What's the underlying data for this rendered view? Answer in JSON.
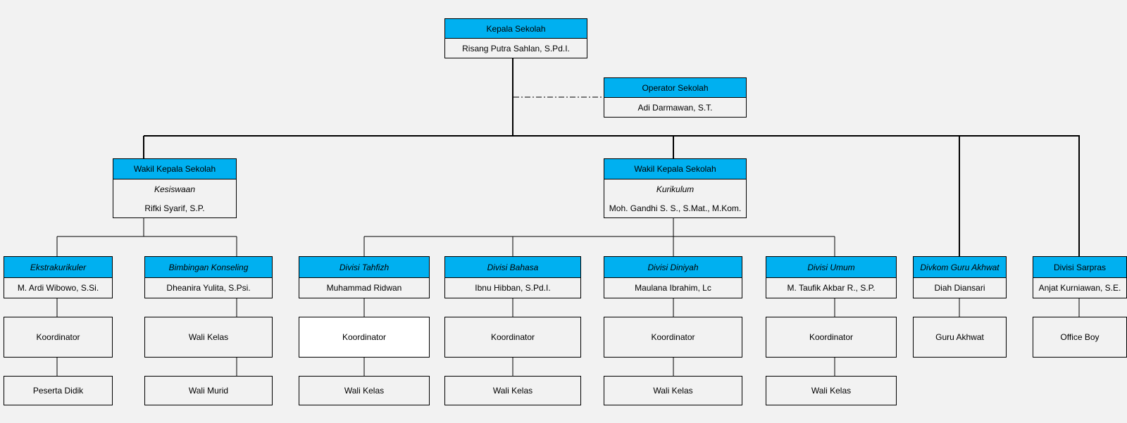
{
  "colors": {
    "header_fill": "#00b0f0",
    "line": "#000000",
    "background": "#f2f2f2"
  },
  "head": {
    "title": "Kepala Sekolah",
    "name": "Risang Putra Sahlan, S.Pd.I."
  },
  "operator": {
    "title": "Operator Sekolah",
    "name": "Adi Darmawan, S.T."
  },
  "wakasek_kesiswaan": {
    "title": "Wakil Kepala Sekolah",
    "field": "Kesiswaan",
    "name": "Rifki Syarif, S.P."
  },
  "wakasek_kurikulum": {
    "title": "Wakil Kepala Sekolah",
    "field": "Kurikulum",
    "name": "Moh. Gandhi S. S., S.Mat., M.Kom."
  },
  "divisions": [
    {
      "title": "Ekstrakurikuler",
      "name": "M. Ardi Wibowo, S.Si.",
      "sub1": "Koordinator",
      "sub2": "Peserta Didik"
    },
    {
      "title": "Bimbingan Konseling",
      "name": "Dheanira Yulita, S.Psi.",
      "sub1": "Wali Kelas",
      "sub2": "Wali Murid"
    },
    {
      "title": "Divisi Tahfizh",
      "name": "Muhammad Ridwan",
      "sub1": "Koordinator",
      "sub2": "Wali Kelas"
    },
    {
      "title": "Divisi Bahasa",
      "name": "Ibnu Hibban, S.Pd.I.",
      "sub1": "Koordinator",
      "sub2": "Wali Kelas"
    },
    {
      "title": "Divisi Diniyah",
      "name": "Maulana Ibrahim, Lc",
      "sub1": "Koordinator",
      "sub2": "Wali Kelas"
    },
    {
      "title": "Divisi Umum",
      "name": "M. Taufik Akbar R., S.P.",
      "sub1": "Koordinator",
      "sub2": "Wali Kelas"
    },
    {
      "title": "Divkom Guru Akhwat",
      "name": "Diah Diansari",
      "sub1": "Guru Akhwat"
    },
    {
      "title": "Divisi Sarpras",
      "name": "Anjat Kurniawan, S.E.",
      "sub1": "Office Boy"
    }
  ]
}
